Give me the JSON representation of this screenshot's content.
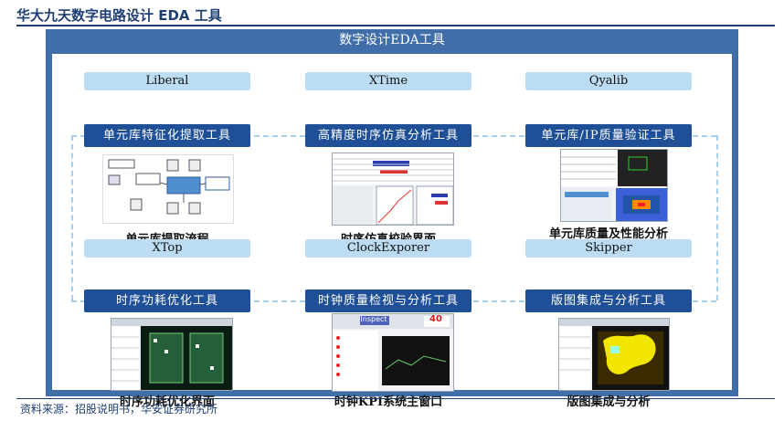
{
  "page": {
    "title": "华大九天数字电路设计 EDA 工具",
    "source": "资料来源：招股说明书，华安证券研究所"
  },
  "diagram": {
    "banner": "数字设计EDA工具",
    "tools": [
      {
        "name": "Liberal",
        "function": "单元库特征化提取工具",
        "caption": "单元库提取流程"
      },
      {
        "name": "XTime",
        "function": "高精度时序仿真分析工具",
        "caption": "时序仿真校验界面"
      },
      {
        "name": "Qyalib",
        "function": "单元库/IP质量验证工具",
        "caption": "单元库质量及性能分析"
      },
      {
        "name": "XTop",
        "function": "时序功耗优化工具",
        "caption": "时序功耗优化界面"
      },
      {
        "name": "ClockExporer",
        "function": "时钟质量检视与分析工具",
        "caption": "时钟KPI系统主窗口"
      },
      {
        "name": "Skipper",
        "function": "版图集成与分析工具",
        "caption": "版图集成与分析"
      }
    ],
    "clock_panel_title": "Inspect",
    "clock_panel_badge": "40"
  }
}
